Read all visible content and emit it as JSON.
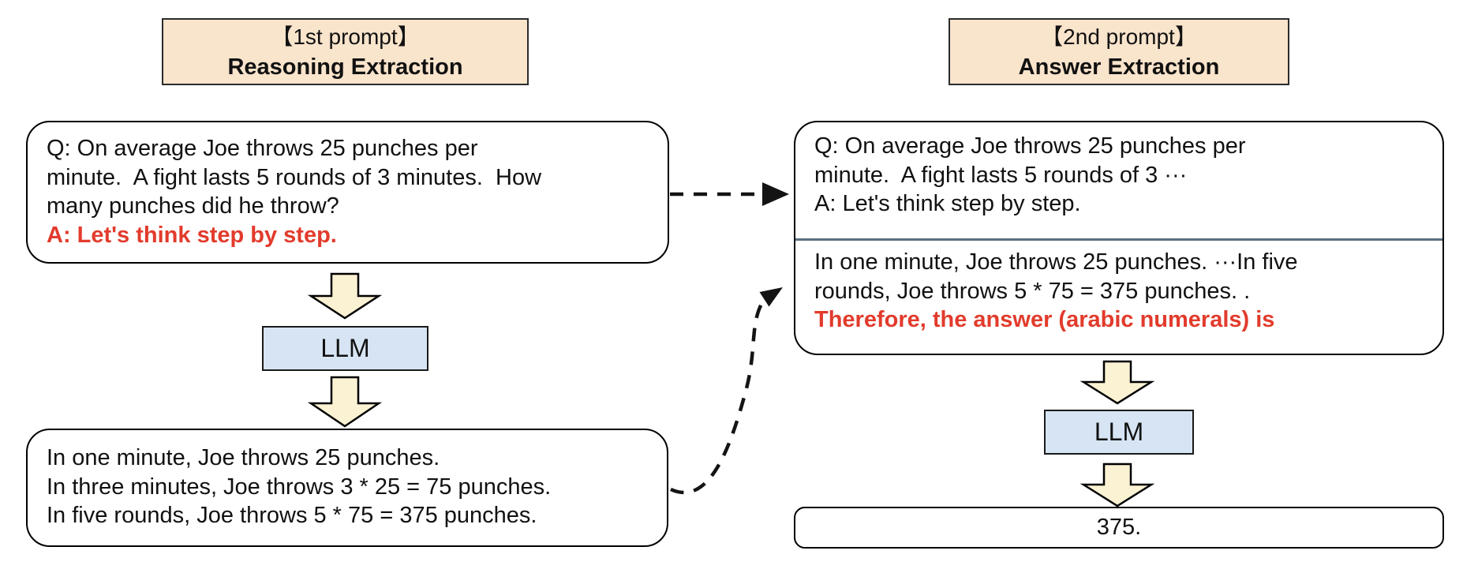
{
  "figure": {
    "left_pipeline": {
      "header": {
        "line1": "【1st prompt】",
        "line2": "Reasoning Extraction"
      },
      "question_box": {
        "lines": [
          "Q: On average Joe throws 25 punches per",
          "minute.  A fight lasts 5 rounds of 3 minutes.  How",
          "many punches did he throw?"
        ],
        "trigger": "A: Let's think step by step."
      },
      "llm_label": "LLM",
      "output_box": {
        "lines": [
          "In one minute, Joe throws 25 punches.",
          "In three minutes, Joe throws 3 * 25 = 75 punches.",
          "In five rounds, Joe throws 5 * 75 = 375 punches."
        ]
      }
    },
    "right_pipeline": {
      "header": {
        "line1": "【2nd prompt】",
        "line2": "Answer Extraction"
      },
      "prompt_box": {
        "question_lines": [
          "Q: On average Joe throws 25 punches per",
          "minute.  A fight lasts 5 rounds of 3 ···",
          "A: Let's think step by step."
        ],
        "reasoning_lines": [
          "In one minute, Joe throws 25 punches. ···In five",
          "rounds, Joe throws 5 * 75 = 375 punches. ."
        ],
        "trigger": "Therefore, the answer (arabic numerals) is"
      },
      "llm_label": "LLM",
      "answer_box": {
        "value": "375."
      }
    },
    "colors": {
      "header_fill": "#f9e4cc",
      "llm_fill": "#d7e4f3",
      "block_arrow_fill": "#fbf2d4",
      "trigger_red": "#e23b2c",
      "divider_slate": "#5b6e7f"
    },
    "icons": [
      "down-block-arrow-icon",
      "dashed-right-arrow-icon",
      "dashed-curved-arrow-icon"
    ]
  }
}
